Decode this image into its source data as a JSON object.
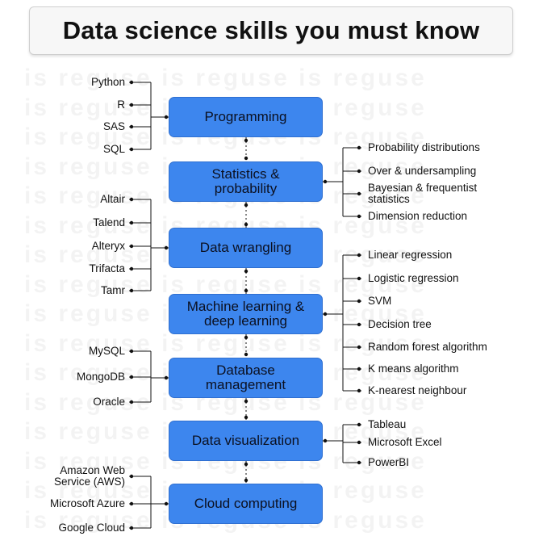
{
  "title": "Data science skills you must know",
  "watermark": "is reguse is reguse is reguse",
  "nodes": [
    {
      "id": "programming",
      "label": "Programming"
    },
    {
      "id": "statistics",
      "label": "Statistics &\nprobability"
    },
    {
      "id": "wrangling",
      "label": "Data wrangling"
    },
    {
      "id": "ml",
      "label": "Machine learning &\ndeep learning"
    },
    {
      "id": "database",
      "label": "Database\nmanagement"
    },
    {
      "id": "visualization",
      "label": "Data visualization"
    },
    {
      "id": "cloud",
      "label": "Cloud computing"
    }
  ],
  "branches": {
    "programming": [
      "Python",
      "R",
      "SAS",
      "SQL"
    ],
    "statistics": [
      "Probability distributions",
      "Over & undersampling",
      "Bayesian & frequentist\nstatistics",
      "Dimension reduction"
    ],
    "wrangling": [
      "Altair",
      "Talend",
      "Alteryx",
      "Trifacta",
      "Tamr"
    ],
    "ml": [
      "Linear regression",
      "Logistic regression",
      "SVM",
      "Decision tree",
      "Random forest algorithm",
      "K means algorithm",
      "K-nearest neighbour"
    ],
    "database": [
      "MySQL",
      "MongoDB",
      "Oracle"
    ],
    "visualization": [
      "Tableau",
      "Microsoft Excel",
      "PowerBI"
    ],
    "cloud": [
      "Amazon Web\nService (AWS)",
      "Microsoft Azure",
      "Google Cloud"
    ]
  },
  "colors": {
    "node_fill": "#3d86ee",
    "line": "#111111"
  }
}
